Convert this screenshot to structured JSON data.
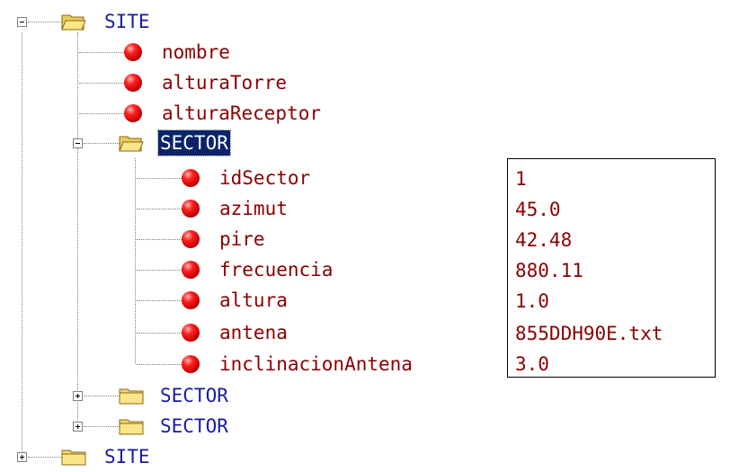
{
  "tree": {
    "root_site": {
      "label": "SITE"
    },
    "site_fields": [
      {
        "label": "nombre"
      },
      {
        "label": "alturaTorre"
      },
      {
        "label": "alturaReceptor"
      }
    ],
    "sector_expanded": {
      "label": "SECTOR"
    },
    "sector_fields": [
      {
        "label": "idSector",
        "value": "1"
      },
      {
        "label": "azimut",
        "value": "45.0"
      },
      {
        "label": "pire",
        "value": "42.48"
      },
      {
        "label": "frecuencia",
        "value": "880.11"
      },
      {
        "label": "altura",
        "value": "1.0"
      },
      {
        "label": "antena",
        "value": "855DDH90E.txt"
      },
      {
        "label": "inclinacionAntena",
        "value": "3.0"
      }
    ],
    "sector_collapsed": [
      {
        "label": "SECTOR"
      },
      {
        "label": "SECTOR"
      }
    ],
    "site_collapsed": {
      "label": "SITE"
    }
  },
  "colors": {
    "attribute_text": "#8b0000",
    "folder_text": "#1a1aa6",
    "selection_bg": "#0a246a"
  }
}
